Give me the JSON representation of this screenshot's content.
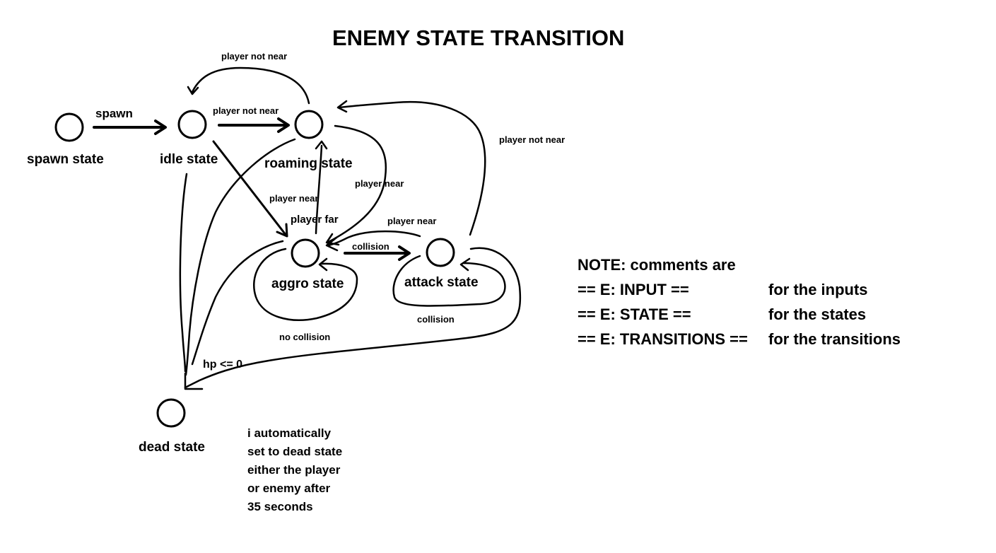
{
  "title": "ENEMY STATE TRANSITION",
  "states": {
    "spawn": "spawn state",
    "idle": "idle state",
    "roaming": "roaming state",
    "aggro": "aggro state",
    "attack": "attack state",
    "dead": "dead state"
  },
  "transitions": {
    "spawn_to_idle": "spawn",
    "roaming_loop_top": "player not near",
    "idle_to_roaming": "player not near",
    "attack_to_roaming": "player not near",
    "roaming_to_aggro": "player near",
    "aggro_to_roaming": "player near",
    "attack_to_aggro_near": "player near",
    "aggro_player_far": "player far",
    "aggro_to_attack": "collision",
    "aggro_self_loop": "no collision",
    "attack_self_loop": "collision",
    "to_dead": "hp <= 0"
  },
  "note": {
    "heading": "NOTE: comments are",
    "rows": [
      {
        "key": "== E: INPUT ==",
        "value": "for the inputs"
      },
      {
        "key": "== E: STATE ==",
        "value": "for the states"
      },
      {
        "key": "== E: TRANSITIONS ==",
        "value": "for the transitions"
      }
    ]
  },
  "annotation": [
    "i automatically",
    "set to dead state",
    "either the player",
    "or enemy after",
    "35 seconds"
  ]
}
